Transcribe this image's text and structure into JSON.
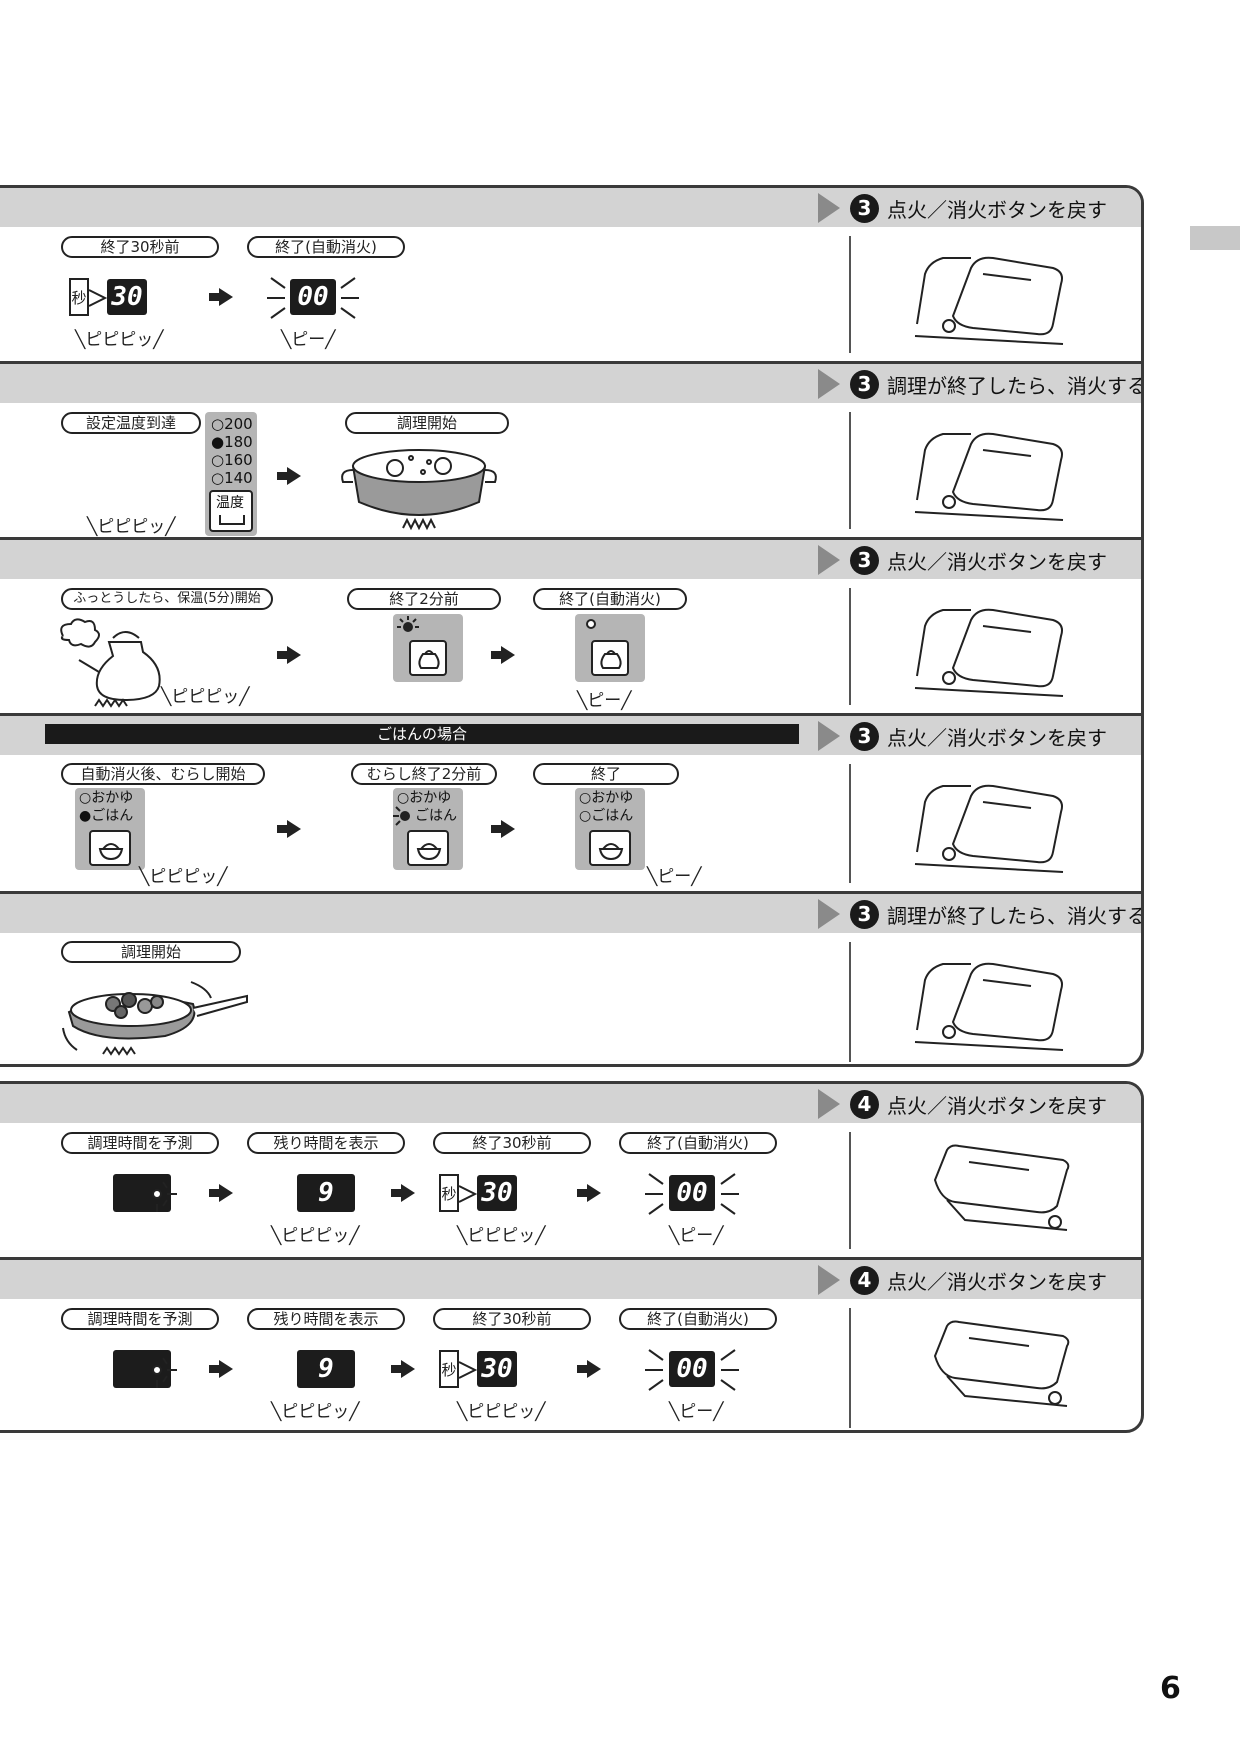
{
  "page_number": "6",
  "sections_top": [
    {
      "step_number": "3",
      "step_text": "点火／消火ボタンを戻す",
      "labels": [
        "終了30秒前",
        "終了(自動消火)"
      ],
      "sec_label": "秒",
      "lcd_values": [
        "30",
        "00"
      ],
      "beeps": [
        "ピピピッ",
        "ピー"
      ]
    },
    {
      "step_number": "3",
      "step_text": "調理が終了したら、消火する",
      "labels": [
        "設定温度到達",
        "調理開始"
      ],
      "temps": [
        "○200",
        "●180",
        "○160",
        "○140"
      ],
      "temp_label": "温度",
      "beeps": [
        "ピピピッ"
      ]
    },
    {
      "step_number": "3",
      "step_text": "点火／消火ボタンを戻す",
      "labels": [
        "ふっとうしたら、保温(5分)開始",
        "終了2分前",
        "終了(自動消火)"
      ],
      "beeps": [
        "ピピピッ",
        "ピー"
      ]
    },
    {
      "step_number": "3",
      "step_text": "点火／消火ボタンを戻す",
      "bar_title": "ごはんの場合",
      "labels": [
        "自動消火後、むらし開始",
        "むらし終了2分前",
        "終了"
      ],
      "options_a": [
        "○おかゆ",
        "●ごはん"
      ],
      "options_b": [
        "○おかゆ",
        "ごはん"
      ],
      "options_c": [
        "○おかゆ",
        "○ごはん"
      ],
      "beeps": [
        "ピピピッ",
        "ピー"
      ]
    },
    {
      "step_number": "3",
      "step_text": "調理が終了したら、消火する",
      "labels": [
        "調理開始"
      ]
    }
  ],
  "sections_bottom": [
    {
      "step_number": "4",
      "step_text": "点火／消火ボタンを戻す",
      "labels": [
        "調理時間を予測",
        "残り時間を表示",
        "終了30秒前",
        "終了(自動消火)"
      ],
      "sec_label": "秒",
      "lcd_values": [
        "9",
        "30",
        "00"
      ],
      "beeps": [
        "ピピピッ",
        "ピピピッ",
        "ピー"
      ]
    },
    {
      "step_number": "4",
      "step_text": "点火／消火ボタンを戻す",
      "labels": [
        "調理時間を予測",
        "残り時間を表示",
        "終了30秒前",
        "終了(自動消火)"
      ],
      "sec_label": "秒",
      "lcd_values": [
        "9",
        "30",
        "00"
      ],
      "beeps": [
        "ピピピッ",
        "ピピピッ",
        "ピー"
      ]
    }
  ],
  "icons": [
    "arrow-right-icon",
    "flash-rays-icon",
    "pot-icon",
    "kettle-icon",
    "rice-bowl-icon",
    "frying-pan-icon",
    "stove-knob-icon",
    "flame-icon"
  ]
}
